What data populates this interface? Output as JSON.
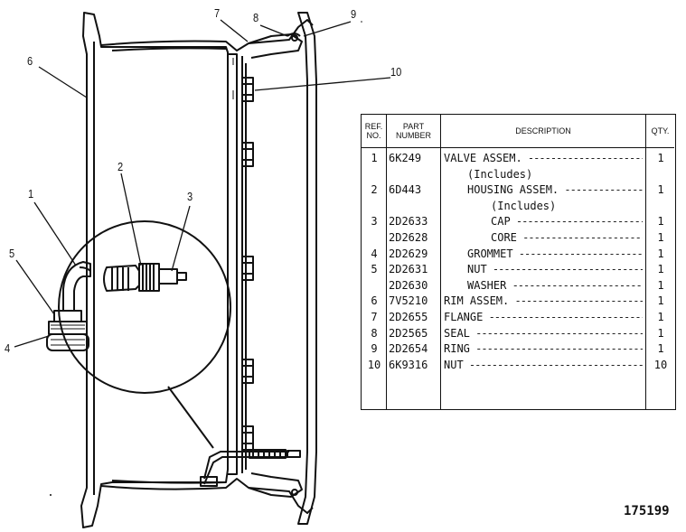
{
  "callouts": [
    {
      "label": "1"
    },
    {
      "label": "2"
    },
    {
      "label": "3"
    },
    {
      "label": "4"
    },
    {
      "label": "5"
    },
    {
      "label": "6"
    },
    {
      "label": "7"
    },
    {
      "label": "8"
    },
    {
      "label": "9"
    },
    {
      "label": "10"
    }
  ],
  "table": {
    "headers": {
      "ref": "REF.\nNO.",
      "part": "PART\nNUMBER",
      "description": "DESCRIPTION",
      "qty": "QTY."
    },
    "rows": [
      {
        "ref": "1",
        "part": "6K249",
        "desc": "VALVE ASSEM.",
        "indent": 0,
        "qty": "1"
      },
      {
        "ref": "",
        "part": "",
        "desc": "(Includes)",
        "indent": 2,
        "qty": ""
      },
      {
        "ref": "2",
        "part": "6D443",
        "desc": "HOUSING ASSEM.",
        "indent": 2,
        "qty": "1"
      },
      {
        "ref": "",
        "part": "",
        "desc": "(Includes)",
        "indent": 4,
        "qty": ""
      },
      {
        "ref": "3",
        "part": "2D2633",
        "desc": "CAP",
        "indent": 4,
        "qty": "1"
      },
      {
        "ref": "",
        "part": "2D2628",
        "desc": "CORE",
        "indent": 4,
        "qty": "1"
      },
      {
        "ref": "4",
        "part": "2D2629",
        "desc": "GROMMET",
        "indent": 2,
        "qty": "1"
      },
      {
        "ref": "5",
        "part": "2D2631",
        "desc": "NUT",
        "indent": 2,
        "qty": "1"
      },
      {
        "ref": "",
        "part": "2D2630",
        "desc": "WASHER",
        "indent": 2,
        "qty": "1"
      },
      {
        "ref": "6",
        "part": "7V5210",
        "desc": "RIM ASSEM.",
        "indent": 0,
        "qty": "1"
      },
      {
        "ref": "7",
        "part": "2D2655",
        "desc": "FLANGE",
        "indent": 0,
        "qty": "1"
      },
      {
        "ref": "8",
        "part": "2D2565",
        "desc": "SEAL",
        "indent": 0,
        "qty": "1"
      },
      {
        "ref": "9",
        "part": "2D2654",
        "desc": "RING",
        "indent": 0,
        "qty": "1"
      },
      {
        "ref": "10",
        "part": "6K9316",
        "desc": "NUT",
        "indent": 0,
        "qty": "10"
      }
    ]
  },
  "drawing_number": "175199"
}
